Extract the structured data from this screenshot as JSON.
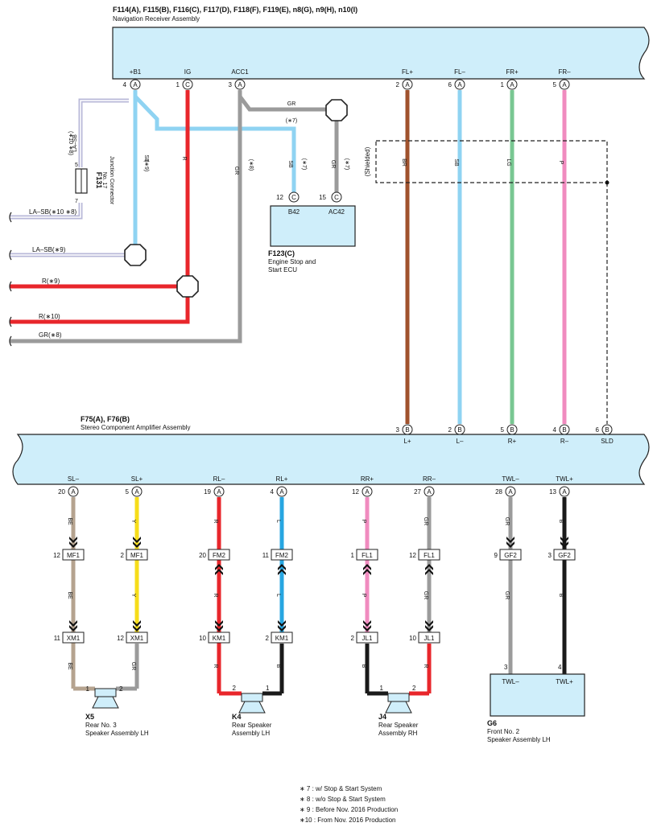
{
  "nav": {
    "codes": "F114(A), F115(B), F116(C), F117(D), F118(F), F119(E), n8(G), n9(H), n10(I)",
    "name": "Navigation Receiver Assembly",
    "pins": [
      {
        "label": "+B1",
        "num": "4",
        "con": "A"
      },
      {
        "label": "IG",
        "num": "1",
        "con": "C"
      },
      {
        "label": "ACC1",
        "num": "3",
        "con": "A"
      },
      {
        "label": "FL+",
        "num": "2",
        "con": "A"
      },
      {
        "label": "FL–",
        "num": "6",
        "con": "A"
      },
      {
        "label": "FR+",
        "num": "1",
        "con": "A"
      },
      {
        "label": "FR–",
        "num": "5",
        "con": "A"
      }
    ]
  },
  "jc": {
    "code": "F131",
    "name1": "No. 17",
    "name2": "Junction Connector",
    "pin_top": "5",
    "pin_bot": "7",
    "wire": "LA–SB",
    "wire_note": "(∗10 ∗8)"
  },
  "ecu": {
    "code": "F123(C)",
    "name1": "Engine Stop and",
    "name2": "Start ECU",
    "pins": [
      {
        "num": "12",
        "con": "C",
        "label": "B42"
      },
      {
        "num": "15",
        "con": "C",
        "label": "AC42"
      }
    ]
  },
  "amp": {
    "codes": "F75(A), F76(B)",
    "name": "Stereo Component Amplifier Assembly",
    "top_pins": [
      {
        "num": "3",
        "con": "B",
        "label": "L+"
      },
      {
        "num": "2",
        "con": "B",
        "label": "L–"
      },
      {
        "num": "5",
        "con": "B",
        "label": "R+"
      },
      {
        "num": "4",
        "con": "B",
        "label": "R–"
      },
      {
        "num": "6",
        "con": "B",
        "label": "SLD"
      }
    ],
    "bottom_pins": [
      {
        "label": "SL–",
        "num": "20",
        "con": "A"
      },
      {
        "label": "SL+",
        "num": "5",
        "con": "A"
      },
      {
        "label": "RL–",
        "num": "19",
        "con": "A"
      },
      {
        "label": "RL+",
        "num": "4",
        "con": "A"
      },
      {
        "label": "RR+",
        "num": "12",
        "con": "A"
      },
      {
        "label": "RR–",
        "num": "27",
        "con": "A"
      },
      {
        "label": "TWL–",
        "num": "28",
        "con": "A"
      },
      {
        "label": "TWL+",
        "num": "13",
        "con": "A"
      }
    ]
  },
  "wires": {
    "sb9": "SB",
    "sb9_note": "(∗9)",
    "r": "R",
    "gr8": "GR",
    "gr8_note": "(∗8)",
    "gr7": "GR",
    "gr7_note": "(∗7)",
    "sb7": "SB",
    "sb7_note": "(∗7)",
    "gr7b": "GR",
    "gr7b_note": "(∗7)",
    "br": "BR",
    "sb": "SB",
    "lg": "LG",
    "p": "P",
    "shielded": "(Shielded)"
  },
  "harness": [
    "LA–SB(∗10 ∗8)",
    "LA–SB(∗9)",
    "R(∗9)",
    "R(∗10)",
    "GR(∗8)"
  ],
  "speaker_wires": [
    {
      "top": "BE",
      "mid": "BE",
      "bot": "BE"
    },
    {
      "top": "Y",
      "mid": "Y",
      "bot": "GR"
    },
    {
      "top": "R",
      "mid": "R",
      "bot": "R"
    },
    {
      "top": "L",
      "mid": "L",
      "bot": "B"
    },
    {
      "top": "P",
      "mid": "P",
      "bot": "B"
    },
    {
      "top": "GR",
      "mid": "GR",
      "bot": "R"
    },
    {
      "top": "GR",
      "mid": "GR"
    },
    {
      "top": "B",
      "mid": "B"
    }
  ],
  "connectors_mid": [
    {
      "num": "12",
      "name": "MF1"
    },
    {
      "num": "2",
      "name": "MF1"
    },
    {
      "num": "20",
      "name": "FM2"
    },
    {
      "num": "11",
      "name": "FM2"
    },
    {
      "num": "1",
      "name": "FL1"
    },
    {
      "num": "12",
      "name": "FL1"
    },
    {
      "num": "9",
      "name": "GF2"
    },
    {
      "num": "3",
      "name": "GF2"
    }
  ],
  "connectors_low": [
    {
      "num": "11",
      "name": "XM1"
    },
    {
      "num": "12",
      "name": "XM1"
    },
    {
      "num": "10",
      "name": "KM1"
    },
    {
      "num": "2",
      "name": "KM1"
    },
    {
      "num": "2",
      "name": "JL1"
    },
    {
      "num": "10",
      "name": "JL1"
    }
  ],
  "speakers": [
    {
      "code": "X5",
      "name1": "Rear No. 3",
      "name2": "Speaker Assembly LH",
      "pin1": "1",
      "pin2": "2"
    },
    {
      "code": "K4",
      "name1": "Rear Speaker",
      "name2": "Assembly LH",
      "pin1": "2",
      "pin2": "1"
    },
    {
      "code": "J4",
      "name1": "Rear Speaker",
      "name2": "Assembly RH",
      "pin1": "1",
      "pin2": "2"
    }
  ],
  "g6": {
    "code": "G6",
    "name1": "Front No. 2",
    "name2": "Speaker Assembly LH",
    "pin_l": "TWL–",
    "pin_r": "TWL+",
    "num_l": "3",
    "num_r": "4"
  },
  "notes": [
    "∗ 7 : w/ Stop & Start System",
    "∗ 8 : w/o Stop & Start System",
    "∗ 9 : Before Nov.  2016 Production",
    "∗10 : From Nov.  2016 Production"
  ],
  "colors": {
    "red": "#e8262b",
    "lightblue": "#8fd3f2",
    "gray": "#9b9b9b",
    "brown": "#a0522d",
    "green": "#79c792",
    "pink": "#f08bbf",
    "beige": "#b5a38f",
    "yellow": "#f6dd1a",
    "blue": "#27a6e1",
    "black": "#1a1a1a",
    "block": "#cfeefa",
    "lasb": "#b8b8d8"
  }
}
